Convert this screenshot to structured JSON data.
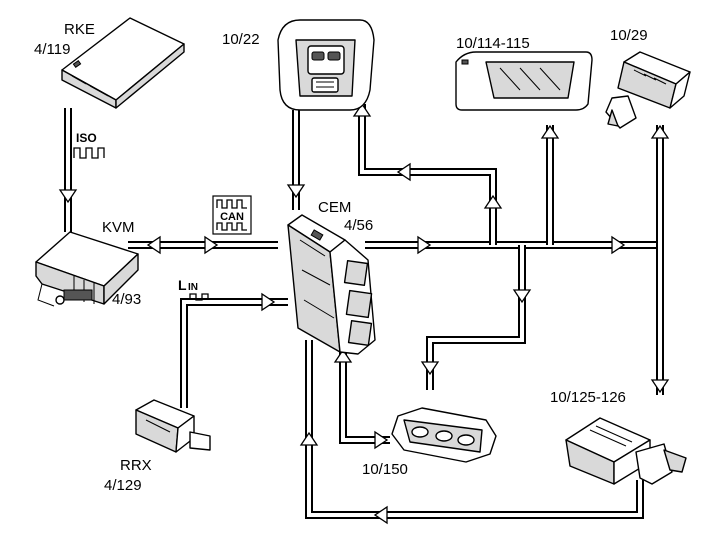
{
  "labels": {
    "rke_name": "RKE",
    "rke_code": "4/119",
    "kvm_name": "KVM",
    "kvm_code": "4/93",
    "cem_name": "CEM",
    "cem_code": "4/56",
    "rrx_name": "RRX",
    "rrx_code": "4/129",
    "d10_22": "10/22",
    "d10_114": "10/114-115",
    "d10_29": "10/29",
    "d10_125": "10/125-126",
    "d10_150": "10/150"
  },
  "protocols": {
    "iso": "ISO",
    "can": "CAN",
    "lin_l": "L",
    "lin_in": "IN"
  },
  "icons": [
    "rke-module-icon",
    "kvm-module-icon",
    "cem-module-icon",
    "overhead-console-icon",
    "sun-visor-mirror-icon",
    "connector-module-icon",
    "trunk-lamp-icon",
    "interior-lamp-icon",
    "rrx-receiver-icon",
    "arrow-icon",
    "square-wave-icon"
  ],
  "colors": {
    "line": "#000000",
    "background": "#ffffff"
  }
}
